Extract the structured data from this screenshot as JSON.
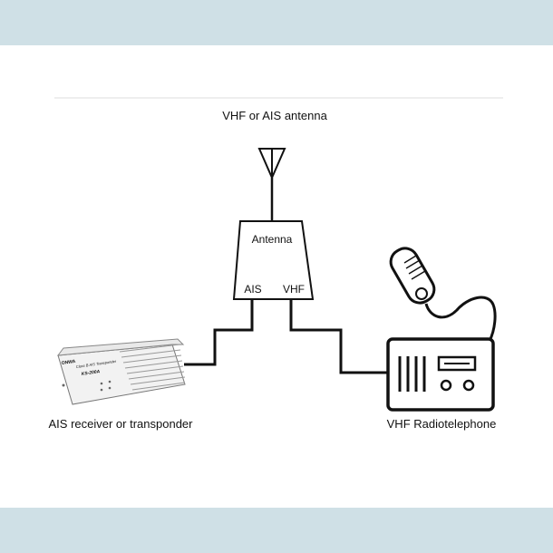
{
  "labels": {
    "antenna_caption": "VHF or AIS antenna",
    "splitter_title": "Antenna",
    "port_ais": "AIS",
    "port_vhf": "VHF",
    "receiver_caption": "AIS receiver or transponder",
    "radio_caption": "VHF Radiotelephone"
  },
  "device": {
    "brand": "ONWA",
    "model_line": "Class B AIS Transponder",
    "model": "KS-200A"
  },
  "colors": {
    "line": "#111111",
    "band": "#cfe0e6",
    "panel": "#ffffff"
  }
}
